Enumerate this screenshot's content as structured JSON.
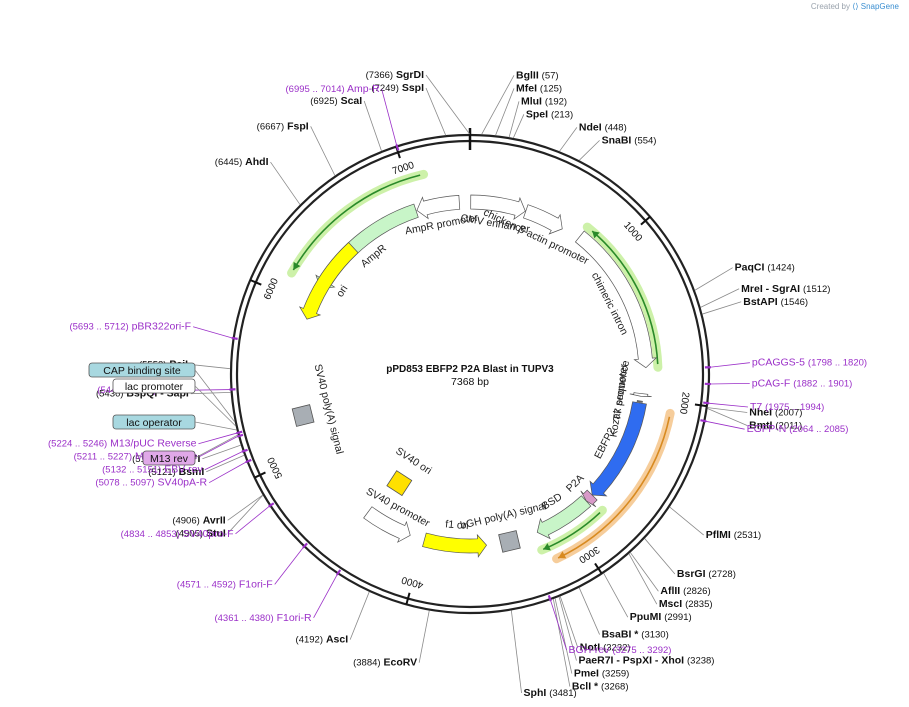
{
  "watermark": {
    "created_by": "Created by",
    "brand": "SnapGene"
  },
  "plasmid": {
    "name": "pPD853 EBFP2 P2A Blast in TUPV3",
    "length": "7368 bp",
    "total_bp": 7368
  },
  "ticks": [
    {
      "bp": 1000,
      "label": "1000"
    },
    {
      "bp": 2000,
      "label": "2000"
    },
    {
      "bp": 3000,
      "label": "3000"
    },
    {
      "bp": 4000,
      "label": "4000"
    },
    {
      "bp": 5000,
      "label": "5000"
    },
    {
      "bp": 6000,
      "label": "6000"
    },
    {
      "bp": 7000,
      "label": "7000"
    }
  ],
  "features": [
    {
      "label": "AmpR promoter",
      "start": 7000,
      "end": 7295,
      "dir": -1,
      "color": "#ffffff",
      "kind": "promoter",
      "ring": 0
    },
    {
      "label": "AmpR",
      "start": 6135,
      "end": 6994,
      "dir": -1,
      "color": "#c8f5c8",
      "kind": "cds",
      "ring": 0
    },
    {
      "label": "CMV enhancer",
      "start": 5,
      "end": 384,
      "dir": 1,
      "color": "#ffffff",
      "kind": "plain",
      "ring": 0
    },
    {
      "label": "chicken β-actin promoter",
      "start": 387,
      "end": 664,
      "dir": 1,
      "color": "#ffffff",
      "kind": "promoter",
      "ring": 0
    },
    {
      "label": "chimeric intron",
      "start": 790,
      "end": 1800,
      "dir": 1,
      "color": "#ffffff",
      "kind": "plain",
      "ring": -1
    },
    {
      "label": "Kozak sequence",
      "start": 2030,
      "end": 2040,
      "dir": 0,
      "color": "#999999",
      "kind": "tick",
      "ring": 0
    },
    {
      "label": "T7 promoter",
      "start": 1975,
      "end": 1994,
      "dir": 1,
      "color": "#ffffff",
      "kind": "promoter",
      "ring": 0
    },
    {
      "label": "EBFP2",
      "start": 2040,
      "end": 2757,
      "dir": 1,
      "color": "#2f6cf0",
      "kind": "cds",
      "ring": 0
    },
    {
      "label": "P2A",
      "start": 2758,
      "end": 2814,
      "dir": 1,
      "color": "#d89ac8",
      "kind": "cds",
      "ring": 0
    },
    {
      "label": "BSD",
      "start": 2815,
      "end": 3213,
      "dir": 1,
      "color": "#c8f5c8",
      "kind": "cds",
      "ring": 0
    },
    {
      "label": "bGH poly(A) signal",
      "start": 3300,
      "end": 3525,
      "dir": 0,
      "color": "#a8aeb4",
      "kind": "box",
      "ring": 0
    },
    {
      "label": "f1 ori",
      "start": 3571,
      "end": 3999,
      "dir": -1,
      "color": "#ffff00",
      "kind": "cds",
      "ring": 0
    },
    {
      "label": "SV40 promoter",
      "start": 4100,
      "end": 4430,
      "dir": -1,
      "color": "#ffffff",
      "kind": "promoter",
      "ring": 0
    },
    {
      "label": "SV40 ori",
      "start": 4290,
      "end": 4426,
      "dir": 0,
      "color": "#ffe000",
      "kind": "box",
      "ring": 1
    },
    {
      "label": "SV40 poly(A) signal",
      "start": 5180,
      "end": 5300,
      "dir": 0,
      "color": "#a8aeb4",
      "kind": "box",
      "ring": 0
    },
    {
      "label": "ori",
      "start": 5906,
      "end": 6494,
      "dir": -1,
      "color": "#ffff00",
      "kind": "cds",
      "ring": 0
    }
  ],
  "sites": [
    {
      "name": "SgrDI",
      "pos": "(7366)",
      "bp": 7366
    },
    {
      "name": "SspI",
      "pos": "(7249)",
      "bp": 7249
    },
    {
      "name": "ScaI",
      "pos": "(6925)",
      "bp": 6925
    },
    {
      "name": "FspI",
      "pos": "(6667)",
      "bp": 6667
    },
    {
      "name": "AhdI",
      "pos": "(6445)",
      "bp": 6445
    },
    {
      "name": "BglII",
      "pos": "(57)",
      "bp": 57
    },
    {
      "name": "MfeI",
      "pos": "(125)",
      "bp": 125
    },
    {
      "name": "MluI",
      "pos": "(192)",
      "bp": 192
    },
    {
      "name": "SpeI",
      "pos": "(213)",
      "bp": 213
    },
    {
      "name": "NdeI",
      "pos": "(448)",
      "bp": 448
    },
    {
      "name": "SnaBI",
      "pos": "(554)",
      "bp": 554
    },
    {
      "name": "PaqCI",
      "pos": "(1424)",
      "bp": 1424
    },
    {
      "name": "MreI - SgrAI",
      "pos": "(1512)",
      "bp": 1512
    },
    {
      "name": "BstAPI",
      "pos": "(1546)",
      "bp": 1546
    },
    {
      "name": "NheI",
      "pos": "(2007)",
      "bp": 2007
    },
    {
      "name": "BmtI",
      "pos": "(2011)",
      "bp": 2011
    },
    {
      "name": "PflMI",
      "pos": "(2531)",
      "bp": 2531
    },
    {
      "name": "BsrGI",
      "pos": "(2728)",
      "bp": 2728
    },
    {
      "name": "AflII",
      "pos": "(2826)",
      "bp": 2826
    },
    {
      "name": "MscI",
      "pos": "(2835)",
      "bp": 2835
    },
    {
      "name": "PpuMI",
      "pos": "(2991)",
      "bp": 2991
    },
    {
      "name": "BsaBI *",
      "pos": "(3130)",
      "bp": 3130
    },
    {
      "name": "NotI",
      "pos": "(3232)",
      "bp": 3232
    },
    {
      "name": "PaeR7I - PspXI - XhoI",
      "pos": "(3238)",
      "bp": 3238
    },
    {
      "name": "PmeI",
      "pos": "(3259)",
      "bp": 3259
    },
    {
      "name": "BclI *",
      "pos": "(3268)",
      "bp": 3268
    },
    {
      "name": "SphI",
      "pos": "(3481)",
      "bp": 3481
    },
    {
      "name": "EcoRV",
      "pos": "(3884)",
      "bp": 3884
    },
    {
      "name": "AscI",
      "pos": "(4192)",
      "bp": 4192
    },
    {
      "name": "StuI",
      "pos": "(4905)",
      "bp": 4905
    },
    {
      "name": "AvrII",
      "pos": "(4906)",
      "bp": 4906
    },
    {
      "name": "BsmI",
      "pos": "(5121)",
      "bp": 5121
    },
    {
      "name": "BstZ17I",
      "pos": "(5173)",
      "bp": 5173
    },
    {
      "name": "BspQI - SapI",
      "pos": "(5436)",
      "bp": 5436
    },
    {
      "name": "PciI",
      "pos": "(5552)",
      "bp": 5552
    }
  ],
  "primers": [
    {
      "name": "Amp-R",
      "pos": "(6995 .. 7014)",
      "bp": 7004
    },
    {
      "name": "pCAGGS-5",
      "pos": "(1798 .. 1820)",
      "bp": 1809
    },
    {
      "name": "pCAG-F",
      "pos": "(1882 .. 1901)",
      "bp": 1891
    },
    {
      "name": "T7",
      "pos": "(1975 .. 1994)",
      "bp": 1985
    },
    {
      "name": "EGFP-N",
      "pos": "(2064 .. 2085)",
      "bp": 2074
    },
    {
      "name": "BGH-rev",
      "pos": "(3275 .. 3292)",
      "bp": 3283
    },
    {
      "name": "F1ori-R",
      "pos": "(4361 .. 4380)",
      "bp": 4370
    },
    {
      "name": "F1ori-F",
      "pos": "(4571 .. 4592)",
      "bp": 4582
    },
    {
      "name": "SV40pro-F",
      "pos": "(4834 .. 4853)",
      "bp": 4843
    },
    {
      "name": "SV40pA-R",
      "pos": "(5078 .. 5097)",
      "bp": 5087
    },
    {
      "name": "EBV-rev",
      "pos": "(5132 .. 5151)",
      "bp": 5141
    },
    {
      "name": "M13 Reverse",
      "pos": "(5211 .. 5227)",
      "bp": 5219
    },
    {
      "name": "M13/pUC Reverse",
      "pos": "(5224 .. 5246)",
      "bp": 5235
    },
    {
      "name": "L4440",
      "pos": "(5442 .. 5459)",
      "bp": 5450
    },
    {
      "name": "pBR322ori-F",
      "pos": "(5693 .. 5712)",
      "bp": 5702
    }
  ],
  "boxed_features": [
    {
      "label": "CAP binding site",
      "bp": 5290,
      "fill": "#a8d8e0"
    },
    {
      "label": "lac promoter",
      "bp": 5270,
      "fill": "#ffffff"
    },
    {
      "label": "lac operator",
      "bp": 5250,
      "fill": "#a8d8e0"
    },
    {
      "label": "M13 rev",
      "bp": 5225,
      "fill": "#e0a8e8"
    }
  ],
  "colors": {
    "backbone": "#222222",
    "site_text": "#111111",
    "primer": "#9b30c8",
    "intron_glow": "#c8f0a0",
    "bsd_glow": "#f5c890",
    "arrow_green": "#2a8a2a",
    "arrow_orange": "#d88a20"
  }
}
